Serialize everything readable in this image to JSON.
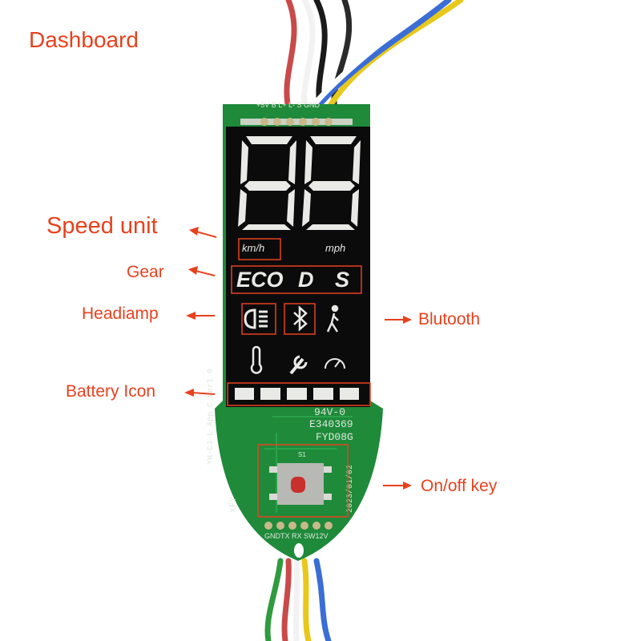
{
  "title": "Dashboard",
  "colors": {
    "annotation": "#e8411e",
    "pcb": "#1e8a3a",
    "display": "#0b0b0c",
    "segment": "#e9e9e6"
  },
  "annotations": {
    "speed_unit": "Speed unit",
    "gear": "Gear",
    "headlamp": "Headiamp",
    "battery_icon": "Battery Icon",
    "bluetooth": "Blutooth",
    "onoff_key": "On/off key"
  },
  "display": {
    "speed_digits": "88",
    "unit_kmh": "km/h",
    "unit_mph": "mph",
    "gears": [
      "ECO",
      "D",
      "S"
    ],
    "icons": [
      "headlamp-icon",
      "bluetooth-icon",
      "pedestrian-icon",
      "thermometer-icon",
      "wrench-icon",
      "speedometer-icon"
    ],
    "battery_level": 1.0
  },
  "pcb_silk": {
    "top_pins": "+5V B L+ L- S GND",
    "rating": "94V-0",
    "cert": "E340369",
    "code": "FYD08G",
    "switch": "S1",
    "board_left": "YH-CJ-L_App_C_Ver1.0",
    "brand": "XFY",
    "date": "2023/01/02",
    "bottom_pins": "GNDTX RX SW12V"
  }
}
